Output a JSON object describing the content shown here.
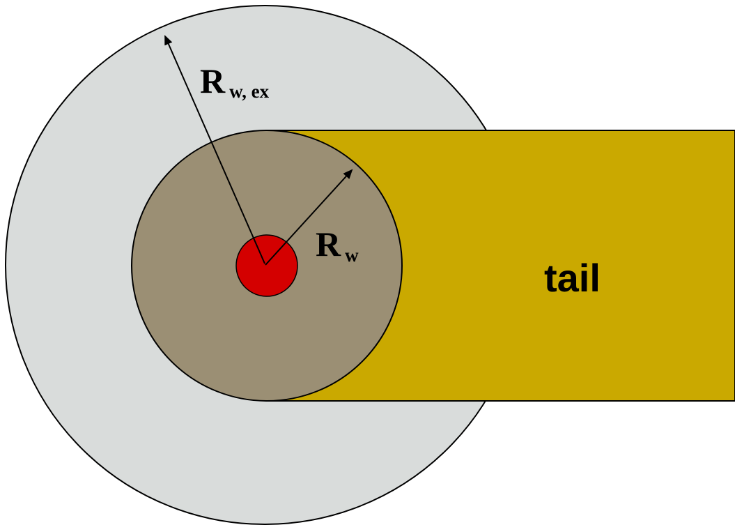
{
  "labels": {
    "outer_radius": {
      "main": "R",
      "sub": "w, ex"
    },
    "inner_radius": {
      "main": "R",
      "sub": "w"
    },
    "tail": "tail"
  },
  "colors": {
    "background": "#ffffff",
    "outer_disk": "#d9dcdb",
    "inner_disk": "#9b8f74",
    "tail": "#caa900",
    "core": "#d40000",
    "stroke": "#000000"
  }
}
